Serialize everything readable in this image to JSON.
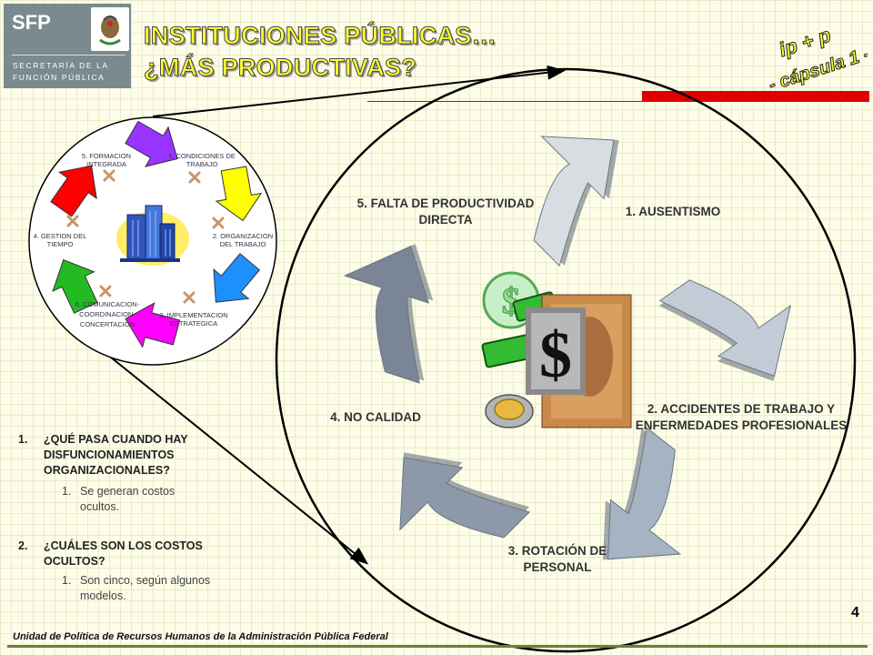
{
  "logo": {
    "abbr": "SFP",
    "line1": "SECRETARÍA DE LA",
    "line2": "FUNCIÓN PÚBLICA"
  },
  "title": {
    "line1": "INSTITUCIONES PÚBLICAS…",
    "line2": "¿MÁS PRODUCTIVAS?"
  },
  "capsule": {
    "line1": "ip + p",
    "line2": "- cápsula 1 -"
  },
  "small_cycle": {
    "labels": [
      "5. FORMACION INTEGRADA",
      "1. CONDICIONES DE TRABAJO",
      "2. ORGANIZACION DEL TRABAJO",
      "3. IMPLEMENTACION ESTRATEGICA",
      "6. COMUNICACION-COORDINACION-CONCERTACION",
      "4. GESTION DEL TIEMPO"
    ],
    "colors": [
      "#9933ff",
      "#ffff00",
      "#1e8fff",
      "#ff00ff",
      "#22bb22",
      "#ff0000"
    ]
  },
  "big_cycle": {
    "labels": [
      "1. AUSENTISMO",
      "2. ACCIDENTES DE TRABAJO Y ENFERMEDADES PROFESIONALES",
      "3. ROTACIÓN DE PERSONAL",
      "4. NO  CALIDAD",
      "5. FALTA DE PRODUCTIVIDAD DIRECTA"
    ],
    "colors": [
      "#d8dde2",
      "#c3ccd6",
      "#a6b3c2",
      "#8d99a8",
      "#7a8595"
    ]
  },
  "questions": [
    {
      "num": "1.",
      "text": "¿QUÉ PASA CUANDO HAY DISFUNCIONAMIENTOS ORGANIZACIONALES?",
      "answer_num": "1.",
      "answer": "Se generan costos ocultos."
    },
    {
      "num": "2.",
      "text": "¿CUÁLES SON LOS COSTOS OCULTOS?",
      "answer_num": "1.",
      "answer": "Son cinco, según algunos modelos."
    }
  ],
  "footer": "Unidad de Política de Recursos Humanos de la Administración Pública Federal",
  "page_number": "4"
}
